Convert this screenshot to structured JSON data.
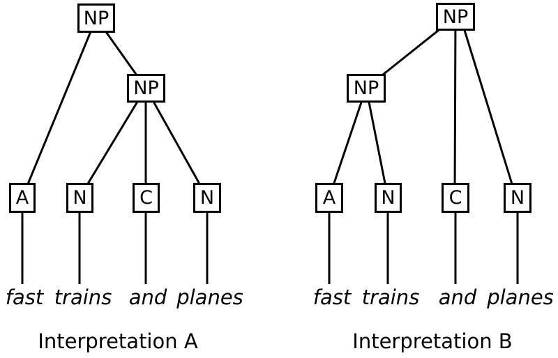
{
  "colors": {
    "background": "#ffffff",
    "line": "#000000",
    "box_border": "#000000",
    "text": "#000000"
  },
  "sentence": "fast trains and planes",
  "trees": [
    {
      "id": "A",
      "caption": "Interpretation A",
      "nodes": [
        {
          "id": "root",
          "label": "NP"
        },
        {
          "id": "inner",
          "label": "NP"
        },
        {
          "id": "leaf-a",
          "label": "A"
        },
        {
          "id": "leaf-n1",
          "label": "N"
        },
        {
          "id": "leaf-c",
          "label": "C"
        },
        {
          "id": "leaf-n2",
          "label": "N"
        }
      ],
      "edges": [
        [
          "root",
          "leaf-a"
        ],
        [
          "root",
          "inner"
        ],
        [
          "inner",
          "leaf-n1"
        ],
        [
          "inner",
          "leaf-c"
        ],
        [
          "inner",
          "leaf-n2"
        ],
        [
          "leaf-a",
          "fast"
        ],
        [
          "leaf-n1",
          "trains"
        ],
        [
          "leaf-c",
          "and"
        ],
        [
          "leaf-n2",
          "planes"
        ]
      ],
      "words": [
        "fast",
        "trains",
        "and",
        "planes"
      ]
    },
    {
      "id": "B",
      "caption": "Interpretation B",
      "nodes": [
        {
          "id": "root",
          "label": "NP"
        },
        {
          "id": "inner",
          "label": "NP"
        },
        {
          "id": "leaf-a",
          "label": "A"
        },
        {
          "id": "leaf-n1",
          "label": "N"
        },
        {
          "id": "leaf-c",
          "label": "C"
        },
        {
          "id": "leaf-n2",
          "label": "N"
        }
      ],
      "edges": [
        [
          "root",
          "inner"
        ],
        [
          "root",
          "leaf-c"
        ],
        [
          "root",
          "leaf-n2"
        ],
        [
          "inner",
          "leaf-a"
        ],
        [
          "inner",
          "leaf-n1"
        ],
        [
          "leaf-a",
          "fast"
        ],
        [
          "leaf-n1",
          "trains"
        ],
        [
          "leaf-c",
          "and"
        ],
        [
          "leaf-n2",
          "planes"
        ]
      ],
      "words": [
        "fast",
        "trains",
        "and",
        "planes"
      ]
    }
  ]
}
